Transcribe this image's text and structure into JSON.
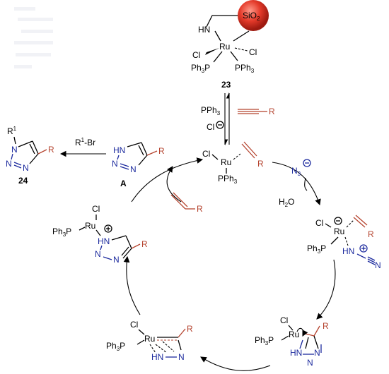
{
  "catalyst": {
    "sio2": "SiO",
    "sio2_sub": "2",
    "hn": "HN",
    "ru": "Ru",
    "cl_left": "Cl",
    "cl_right": "Cl",
    "pph3_left": "Ph",
    "pph3_left_sub": "3",
    "pph3_left_p": "P",
    "pph3_right": "PPh",
    "pph3_right_sub": "3",
    "label": "23"
  },
  "activation": {
    "pph3": "PPh",
    "pph3_sub": "3",
    "cl": "Cl",
    "alkyne_r": "R"
  },
  "active_species": {
    "cl": "Cl",
    "ru": "Ru",
    "pph3": "PPh",
    "pph3_sub": "3",
    "r": "R"
  },
  "azide": {
    "n3": "N",
    "n3_sub": "3",
    "water": "H",
    "water_sub": "2",
    "water_o": "O"
  },
  "intermediate_1": {
    "cl": "Cl",
    "ru": "Ru",
    "ph3p": "Ph",
    "ph3p_sub": "3",
    "ph3p_p": "P",
    "r": "R",
    "hn": "HN",
    "n": "N"
  },
  "intermediate_2": {
    "cl": "Cl",
    "ru": "Ru",
    "ph3p": "Ph",
    "ph3p_sub": "3",
    "ph3p_p": "P",
    "r": "R",
    "hn": "HN",
    "n1": "N",
    "n2": "N"
  },
  "intermediate_3": {
    "cl": "Cl",
    "ru": "Ru",
    "ph3p": "Ph",
    "ph3p_sub": "3",
    "ph3p_p": "P",
    "r": "R",
    "hn": "HN",
    "n": "N"
  },
  "intermediate_4": {
    "cl": "Cl",
    "ru": "Ru",
    "ph3p": "Ph",
    "ph3p_sub": "3",
    "ph3p_p": "P",
    "hn": "HN",
    "n1": "N",
    "n2": "N",
    "r": "R"
  },
  "triazole_a": {
    "hn": "HN",
    "n1": "N",
    "n2": "N",
    "r": "R",
    "label": "A"
  },
  "alkylation": {
    "reagent": "R",
    "reagent_sup": "1",
    "reagent_rest": "-Br"
  },
  "product_24": {
    "r1": "R",
    "r1_sup": "1",
    "n1": "N",
    "n2": "N",
    "n3": "N",
    "r": "R",
    "label": "24"
  },
  "incoming_alkyne": {
    "r": "R"
  }
}
